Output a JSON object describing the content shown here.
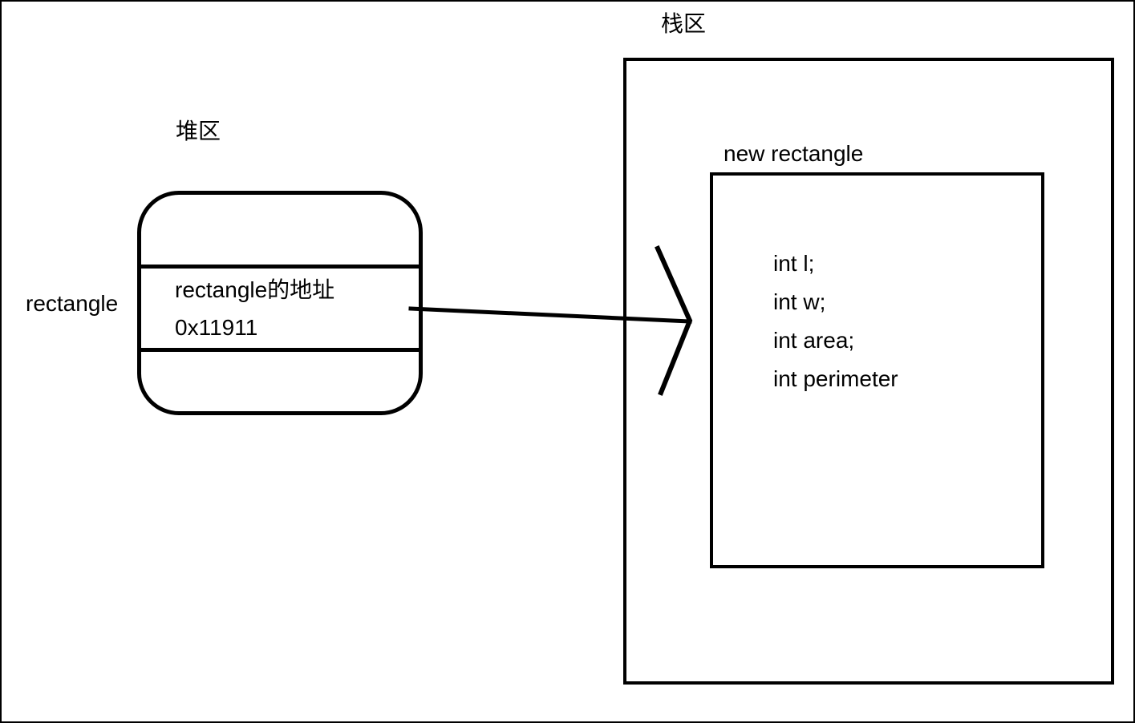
{
  "diagram": {
    "heap": {
      "area_label": "堆区",
      "variable_name": "rectangle",
      "address_cell": {
        "line1": "rectangle的地址",
        "line2": "0x11911"
      }
    },
    "stack": {
      "area_label": "栈区",
      "object_label": "new rectangle",
      "fields": [
        "int l;",
        "int w;",
        "int area;",
        "int perimeter"
      ]
    },
    "colors": {
      "line": "#000000",
      "background": "#ffffff"
    }
  }
}
